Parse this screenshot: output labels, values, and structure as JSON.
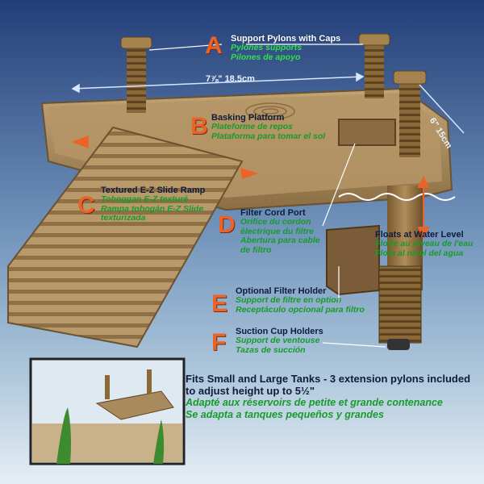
{
  "letters": {
    "a": "A",
    "b": "B",
    "c": "C",
    "d": "D",
    "e": "E",
    "f": "F"
  },
  "dimensions": {
    "width": "7⅞\" 18.5cm",
    "depth": "6\" 15cm"
  },
  "labels": {
    "a": {
      "en": "Support Pylons with Caps",
      "fr": "Pylones supports",
      "es": "Pilones de apoyo"
    },
    "b": {
      "en": "Basking Platform",
      "fr": "Plateforme de repos",
      "es": "Plataforma para tomar el sol"
    },
    "c": {
      "en": "Textured E-Z Slide Ramp",
      "fr": "Toboggan E-Z texturé",
      "es": "Rampa tobogán E-Z Slide texturizada"
    },
    "d": {
      "en": "Filter Cord Port",
      "fr": "Orifice du cordon électrique du filtre",
      "es": "Abertura para cable de filtro"
    },
    "water": {
      "en": "Floats at Water Level",
      "fr": "Flotte au niveau de l'eau",
      "es": "Flota al nivel del agua"
    },
    "e": {
      "en": "Optional Filter Holder",
      "fr": "Support de filtre en option",
      "es": "Receptáculo opcional para filtro"
    },
    "f": {
      "en": "Suction Cup Holders",
      "fr": "Support de ventouse",
      "es": "Tazas de succión"
    }
  },
  "fits": {
    "en": "Fits Small and Large Tanks - 3 extension pylons included to adjust height up to 5½\"",
    "fr": "Adapté aux réservoirs de petite et grande contenance",
    "es": "Se adapta a tanques pequeños y grandes"
  },
  "colors": {
    "accent_letter": "#e8642a",
    "english_text": "#ffffff",
    "translation_text": "#2fe04a",
    "platform": "#a88a5c",
    "background_top": "#233e78"
  }
}
